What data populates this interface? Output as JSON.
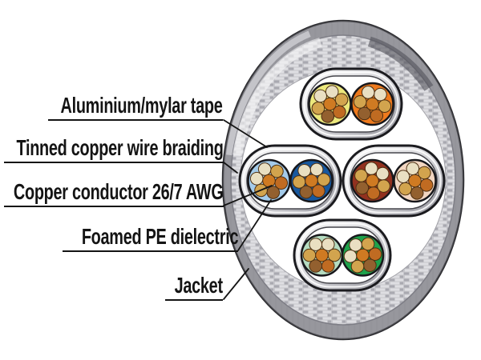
{
  "diagram": {
    "subject": "shielded twisted-pair cable cross-section",
    "labels": {
      "tape": "Aluminium/mylar tape",
      "braiding": "Tinned copper wire braiding",
      "conductor": "Copper conductor 26/7 AWG",
      "dielectric": "Foamed PE dielectric",
      "jacket": "Jacket"
    },
    "pairs": [
      {
        "position": "top",
        "wire1": "#ece87c",
        "wire2": "#ee7a1d"
      },
      {
        "position": "left",
        "wire1": "#a4cbea",
        "wire2": "#17589f"
      },
      {
        "position": "right",
        "wire1": "#92311f",
        "wire2": "#f2d6c1"
      },
      {
        "position": "bottom",
        "wire1": "#b5dcc1",
        "wire2": "#1ea24b"
      }
    ],
    "palette": {
      "jacket_gray": "#97979d",
      "braid_base": "#c6c6cb",
      "braid_light": "#dedee2",
      "braid_dark": "#a9a9b0",
      "interior_white": "#ffffff",
      "shield_light": "#fafafa",
      "shield_mid": "#d8d8dc",
      "shield_dark": "#8e8e96",
      "outline_dark": "#1b1b1f",
      "strand_cream": "#e9dfc2",
      "strand_tan": "#d2a44e",
      "strand_orange": "#c06b22",
      "strand_brown": "#93602f",
      "strand_center": "#cf7a22",
      "line_black": "#141414"
    }
  }
}
